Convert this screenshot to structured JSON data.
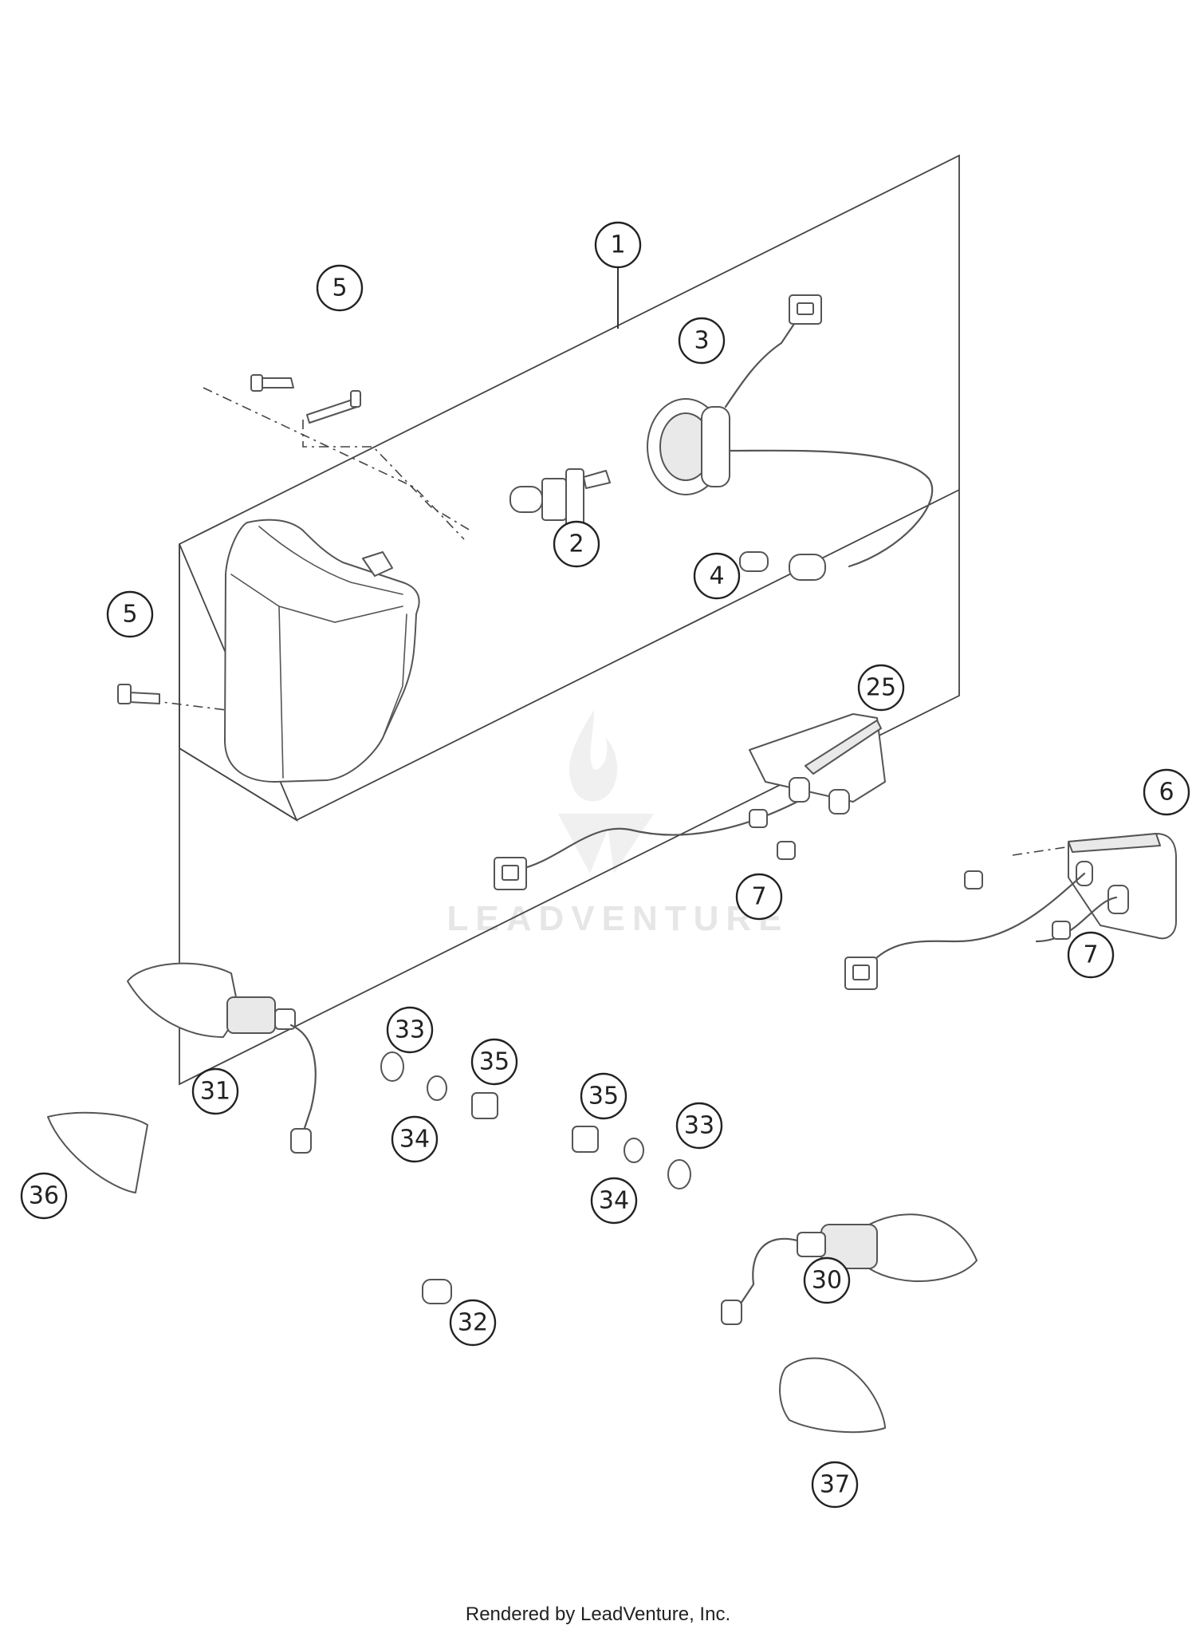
{
  "callouts": [
    "1",
    "2",
    "3",
    "4",
    "5",
    "5",
    "25",
    "6",
    "7",
    "7",
    "33",
    "35",
    "31",
    "34",
    "35",
    "33",
    "34",
    "36",
    "30",
    "32",
    "37"
  ],
  "watermark": {
    "text": "LEADVENTURE"
  },
  "footer": {
    "credit": "Rendered by LeadVenture, Inc."
  }
}
